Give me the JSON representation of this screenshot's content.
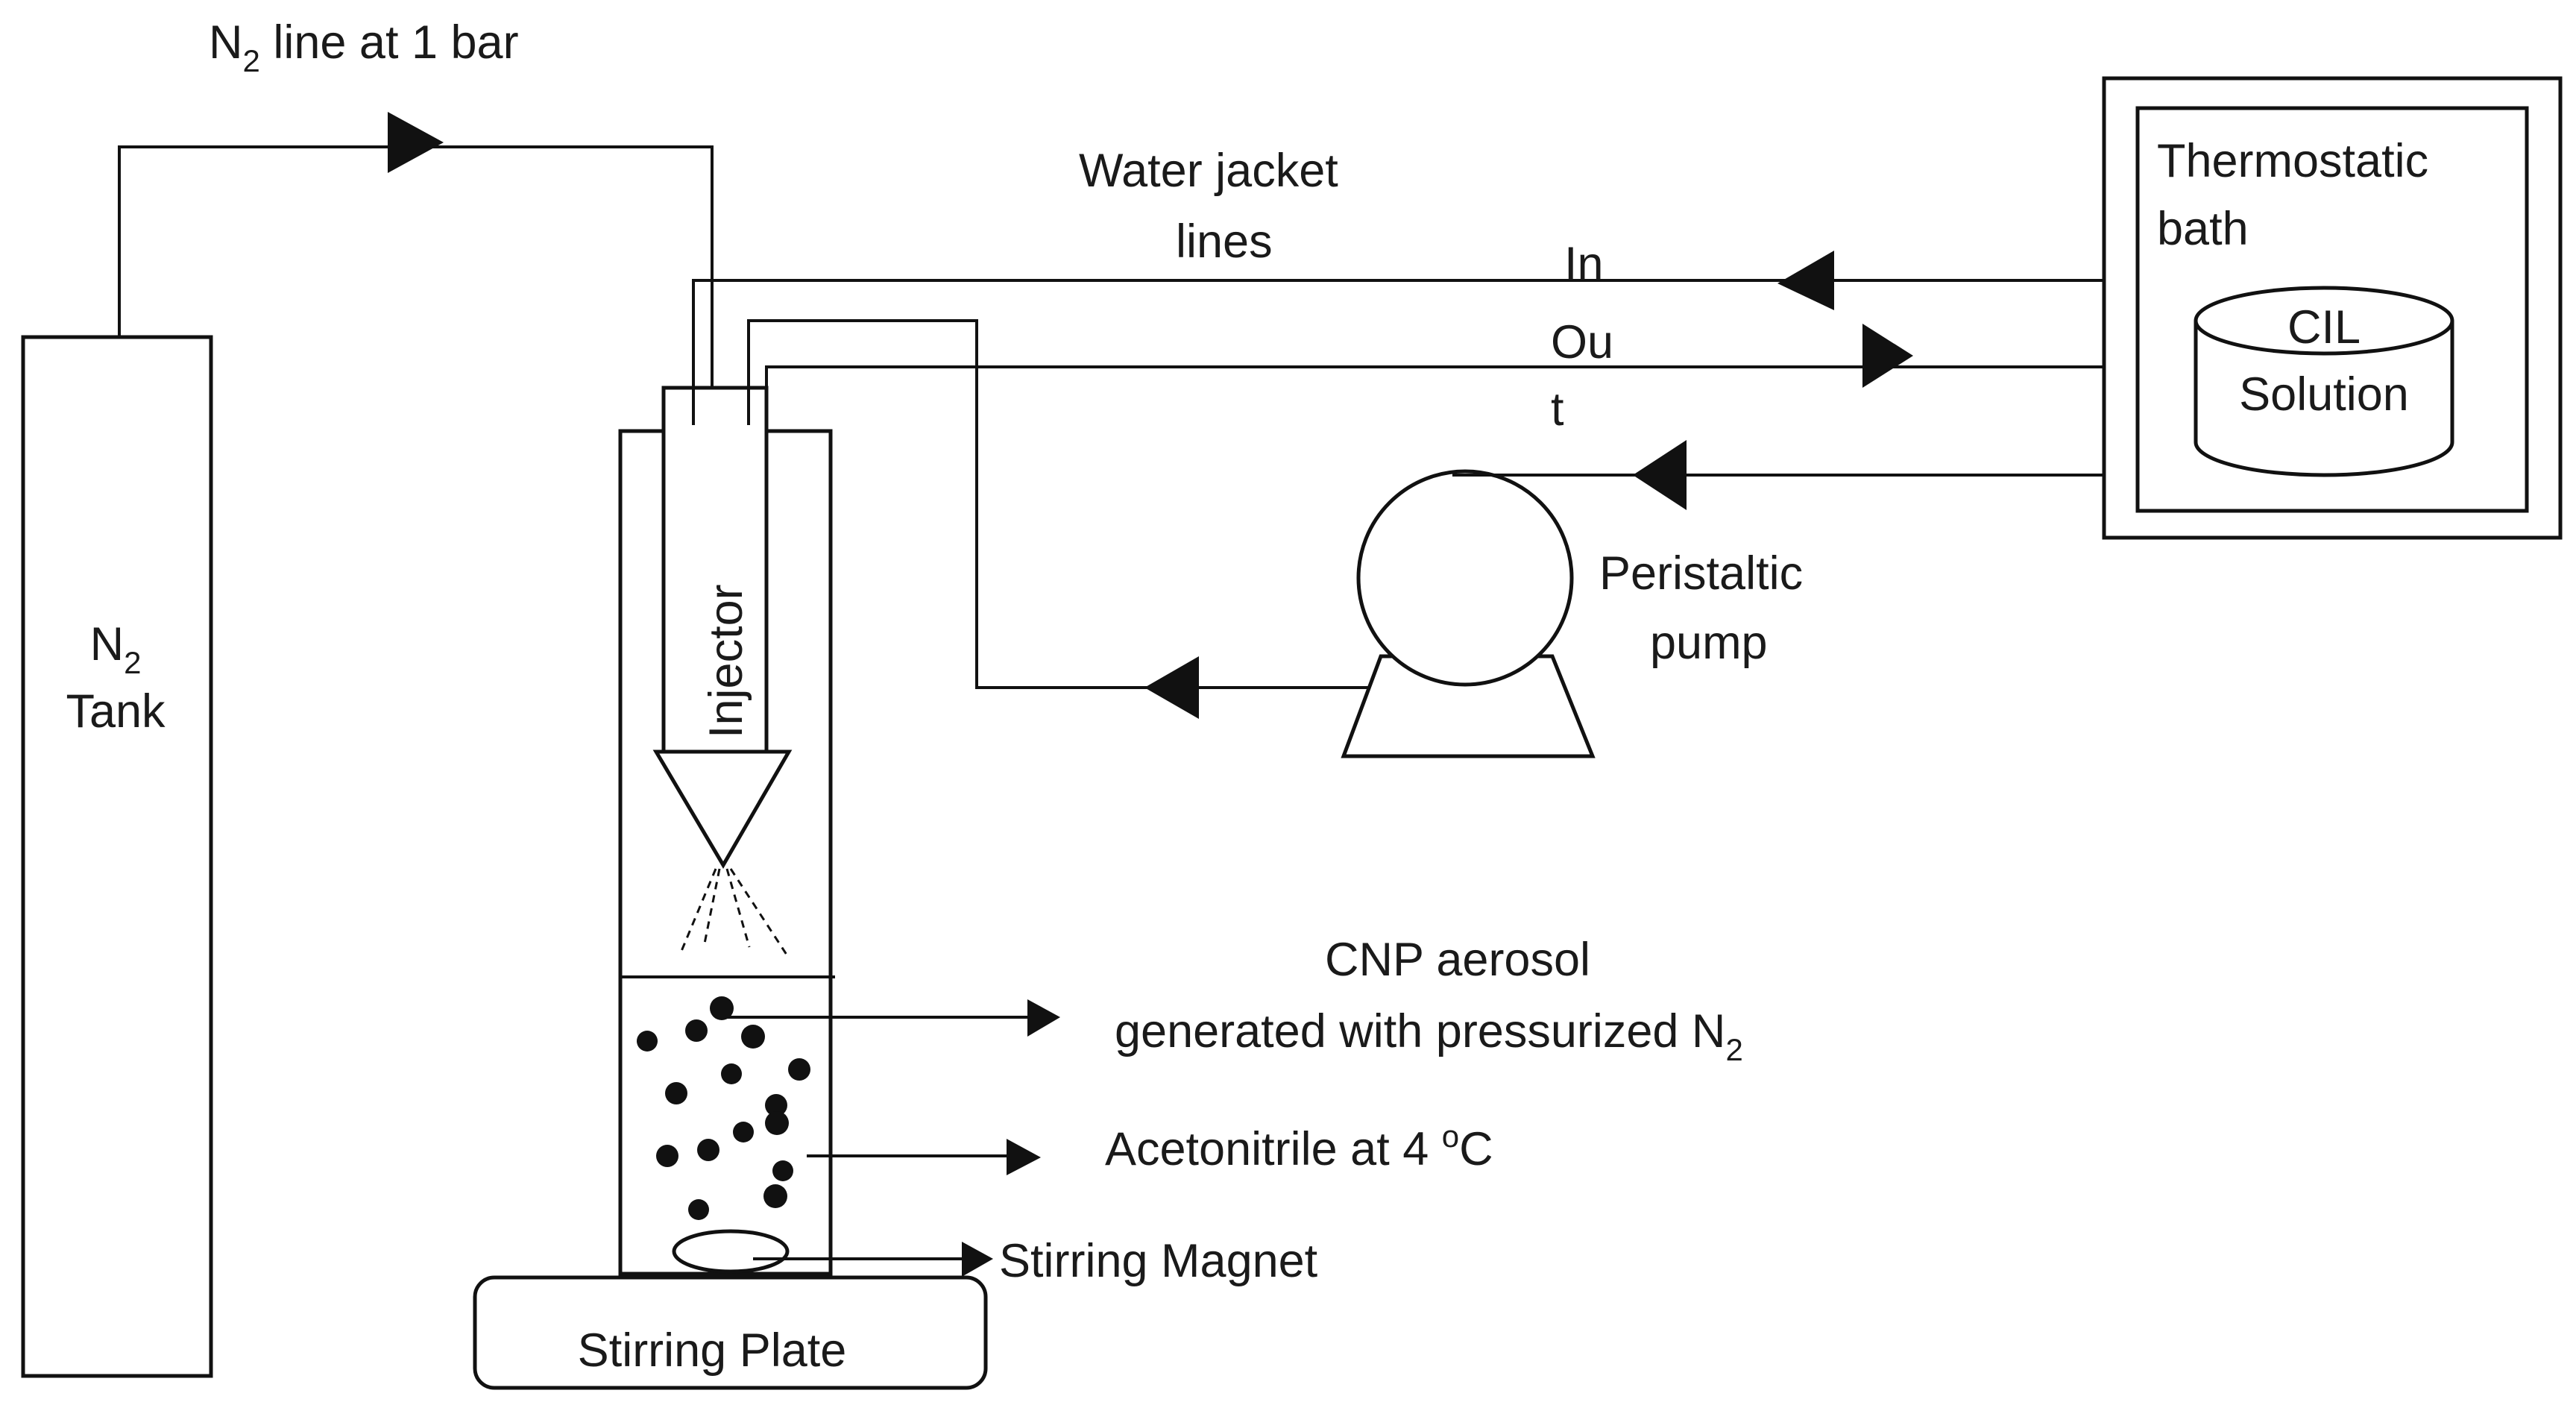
{
  "labels": {
    "n2_line_prefix": "N",
    "n2_line_sub": "2",
    "n2_line_suffix": " line at 1 bar",
    "water_jacket_line1": "Water jacket",
    "water_jacket_line2": "lines",
    "in": "In",
    "out_line1": "Ou",
    "out_line2": "t",
    "thermostatic_line1": "Thermostatic",
    "thermostatic_line2": "bath",
    "cil_line1": "CIL",
    "cil_line2": "Solution",
    "pump_line1": "Peristaltic",
    "pump_line2": "pump",
    "tank_n": "N",
    "tank_sub": "2",
    "tank_word": "Tank",
    "injector": "Injector",
    "aerosol_line1": "CNP aerosol",
    "aerosol_line2_prefix": "generated with pressurized N",
    "aerosol_line2_sub": "2",
    "acetonitrile_prefix": "Acetonitrile at 4 ",
    "acetonitrile_sup": "o",
    "acetonitrile_suffix": "C",
    "stirring_magnet": "Stirring Magnet",
    "stirring_plate": "Stirring Plate"
  }
}
